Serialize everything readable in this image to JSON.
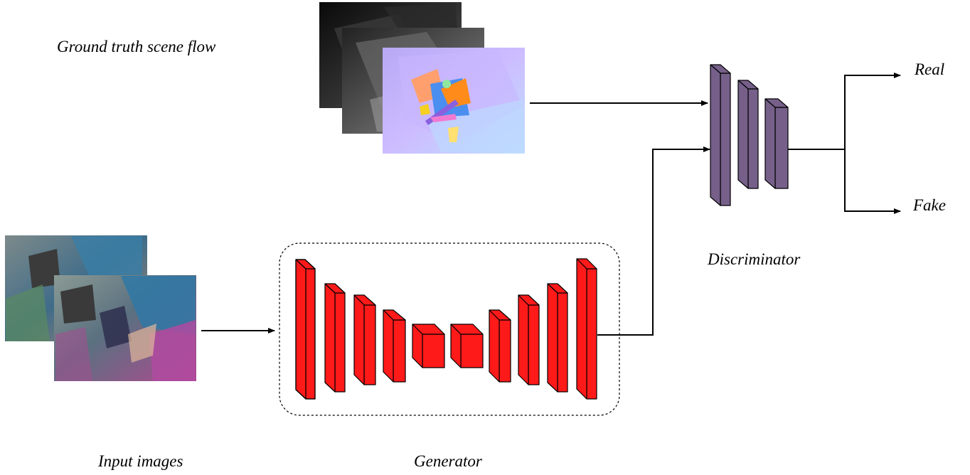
{
  "labels": {
    "ground_truth": "Ground truth scene flow",
    "input_images": "Input images",
    "generator": "Generator",
    "discriminator": "Discriminator",
    "real": "Real",
    "fake": "Fake"
  },
  "colors": {
    "generator_block": "#ff1a1a",
    "discriminator_block": "#76608a",
    "arrow": "#000000"
  }
}
